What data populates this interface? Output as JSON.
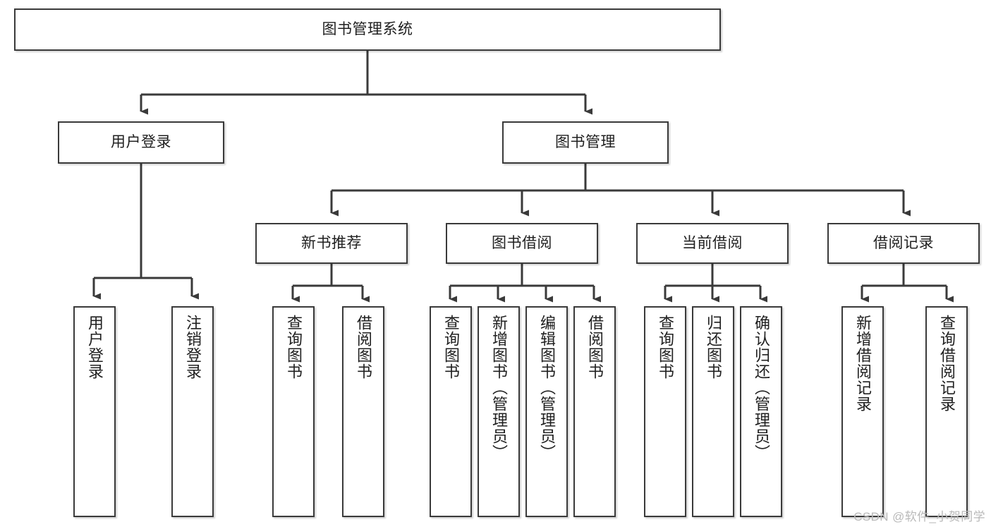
{
  "diagram": {
    "title": "图书管理系统",
    "watermark": "CSDN @软件_小贺同学",
    "line_color": "#3a3a3a",
    "box_fill": "#ffffff",
    "text_color": "#202020",
    "levels": {
      "root": "图书管理系统",
      "level2": [
        "用户登录",
        "图书管理"
      ],
      "level3": [
        "新书推荐",
        "图书借阅",
        "当前借阅",
        "借阅记录"
      ]
    }
  },
  "nodes": {
    "root": {
      "label": "图书管理系统"
    },
    "user_login": {
      "label": "用户登录"
    },
    "book_manage": {
      "label": "图书管理"
    },
    "new_book_rec": {
      "label": "新书推荐"
    },
    "book_borrow": {
      "label": "图书借阅"
    },
    "current_borrow": {
      "label": "当前借阅"
    },
    "borrow_record": {
      "label": "借阅记录"
    },
    "leaf_user_login": {
      "label": "用户登录"
    },
    "leaf_logout": {
      "label": "注销登录"
    },
    "leaf_query_book_1": {
      "label": "查询图书"
    },
    "leaf_borrow_book_1": {
      "label": "借阅图书"
    },
    "leaf_query_book_2": {
      "label": "查询图书"
    },
    "leaf_add_book": {
      "label": "新增图书（管理员）"
    },
    "leaf_edit_book": {
      "label": "编辑图书（管理员）"
    },
    "leaf_borrow_book_2": {
      "label": "借阅图书"
    },
    "leaf_query_book_3": {
      "label": "查询图书"
    },
    "leaf_return_book": {
      "label": "归还图书"
    },
    "leaf_confirm_return": {
      "label": "确认归还（管理员）"
    },
    "leaf_add_record": {
      "label": "新增借阅记录"
    },
    "leaf_query_record": {
      "label": "查询借阅记录"
    }
  }
}
